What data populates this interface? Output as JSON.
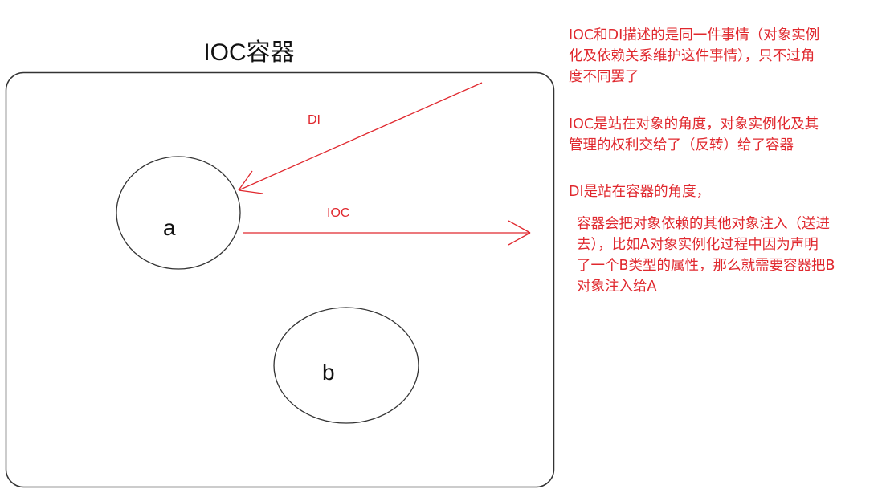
{
  "diagram": {
    "title": "IOC容器",
    "colors": {
      "accent_red": "#e0282e",
      "stroke": "#333333",
      "text": "#111111",
      "background": "#ffffff"
    },
    "nodes": [
      {
        "id": "a",
        "label": "a"
      },
      {
        "id": "b",
        "label": "b"
      }
    ],
    "edges": [
      {
        "id": "di",
        "label": "DI",
        "direction": "from outside container to a"
      },
      {
        "id": "ioc",
        "label": "IOC",
        "direction": "from a to outside container"
      }
    ]
  },
  "notes": {
    "p1": {
      "lines": [
        "IOC和DI描述的是同一件事情（对象实例",
        "化及依赖关系维护这件事情），只不过角",
        "度不同罢了"
      ]
    },
    "p2": {
      "lines": [
        "IOC是站在对象的角度，对象实例化及其",
        "管理的权利交给了（反转）给了容器"
      ]
    },
    "p3": {
      "lines": [
        "DI是站在容器的角度，"
      ]
    },
    "p4": {
      "lines": [
        "容器会把对象依赖的其他对象注入（送进",
        "去），比如A对象实例化过程中因为声明",
        "了一个B类型的属性，那么就需要容器把B",
        "对象注入给A"
      ]
    }
  }
}
